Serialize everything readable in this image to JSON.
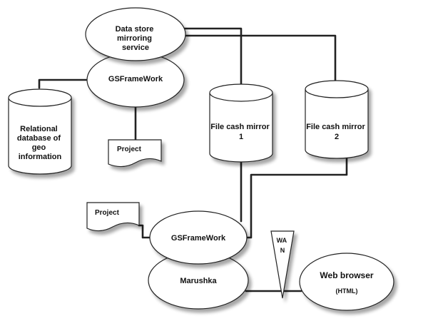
{
  "nodes": {
    "data_store_service": {
      "lines": [
        "Data store",
        "mirroring",
        "service"
      ]
    },
    "gsframework_top": {
      "label": "GSFrameWork"
    },
    "relational_db": {
      "lines": [
        "Relational",
        "database of",
        "geo",
        "information"
      ]
    },
    "project_top": {
      "label": "Project"
    },
    "file_cash_mirror_1": {
      "lines": [
        "File cash mirror",
        "1"
      ]
    },
    "file_cash_mirror_2": {
      "lines": [
        "File cash mirror",
        "2"
      ]
    },
    "project_bottom": {
      "label": "Project"
    },
    "gsframework_bottom": {
      "label": "GSFrameWork"
    },
    "marushka": {
      "label": "Marushka"
    },
    "wan": {
      "lines": [
        "WA",
        "N"
      ]
    },
    "web_browser": {
      "label": "Web browser",
      "sublabel": "(HTML)"
    }
  },
  "edges": [
    {
      "from": "data_store_service",
      "to": "file_cash_mirror_1"
    },
    {
      "from": "data_store_service",
      "to": "file_cash_mirror_2"
    },
    {
      "from": "gsframework_top",
      "to": "relational_db"
    },
    {
      "from": "gsframework_top",
      "to": "project_top"
    },
    {
      "from": "file_cash_mirror_1",
      "to": "gsframework_bottom"
    },
    {
      "from": "file_cash_mirror_2",
      "to": "gsframework_bottom"
    },
    {
      "from": "project_bottom",
      "to": "gsframework_bottom"
    },
    {
      "from": "marushka",
      "to": "web_browser",
      "via": "wan"
    }
  ]
}
